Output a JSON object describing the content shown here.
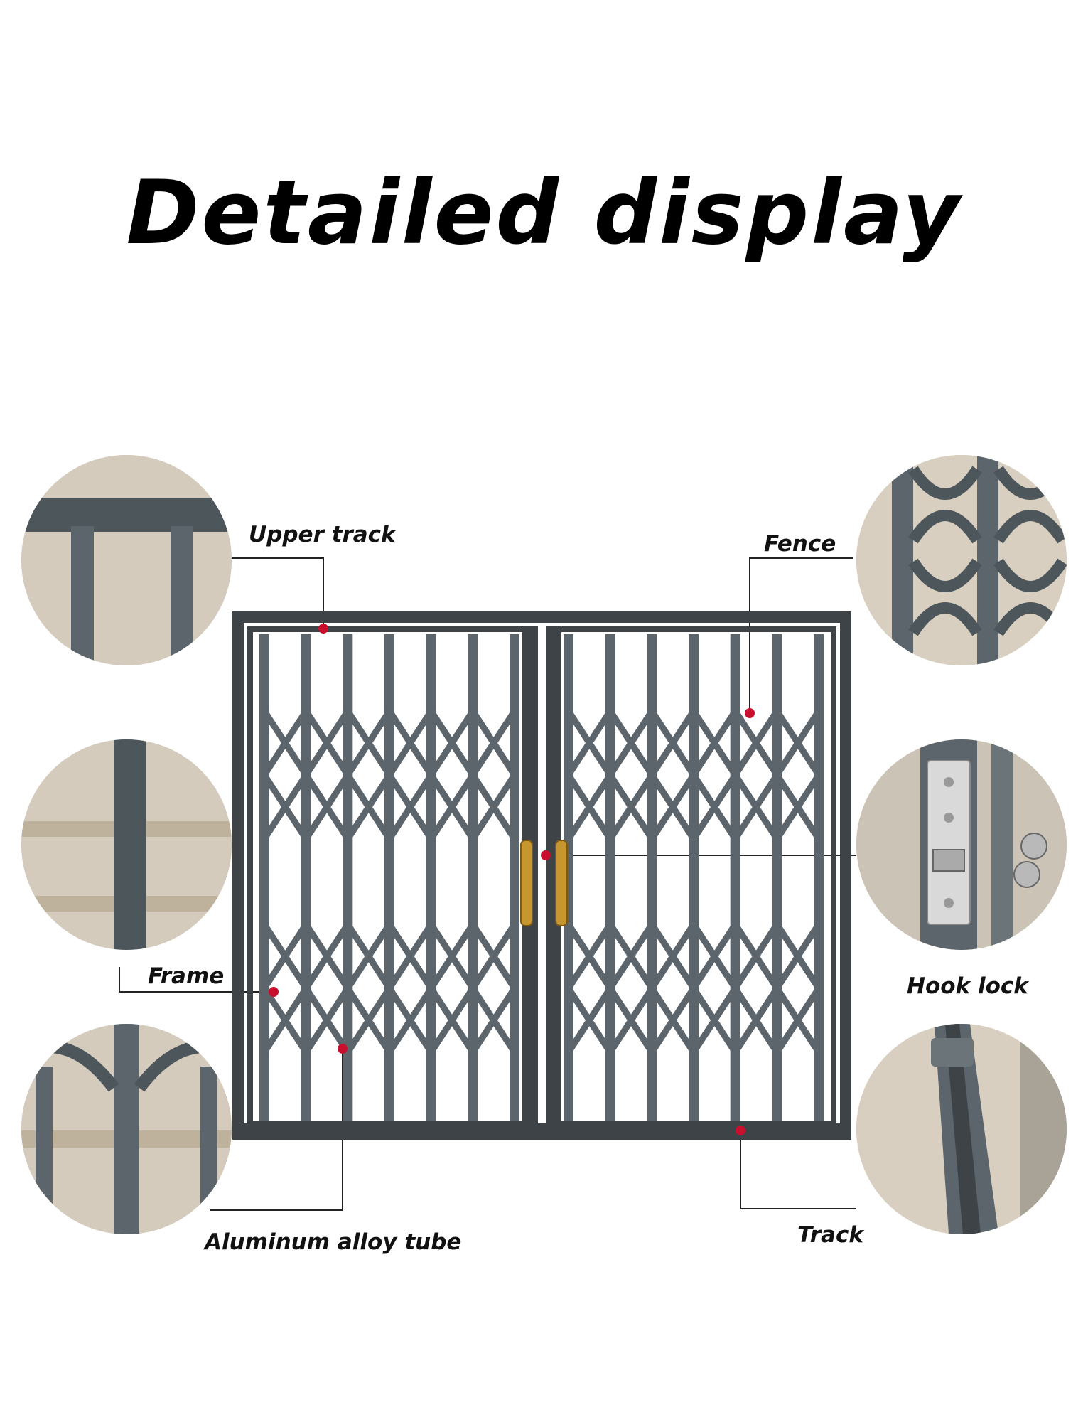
{
  "title": "Detailed display",
  "labels": {
    "upper_track": "Upper track",
    "fence": "Fence",
    "frame": "Frame",
    "hook_lock": "Hook lock",
    "aluminum_tube": "Aluminum alloy tube",
    "track": "Track"
  },
  "colors": {
    "metal": "#3e4347",
    "metal_light": "#5b656b",
    "marker": "#c8102e",
    "handle": "#c8962e",
    "stone": "#cfc6b8"
  }
}
